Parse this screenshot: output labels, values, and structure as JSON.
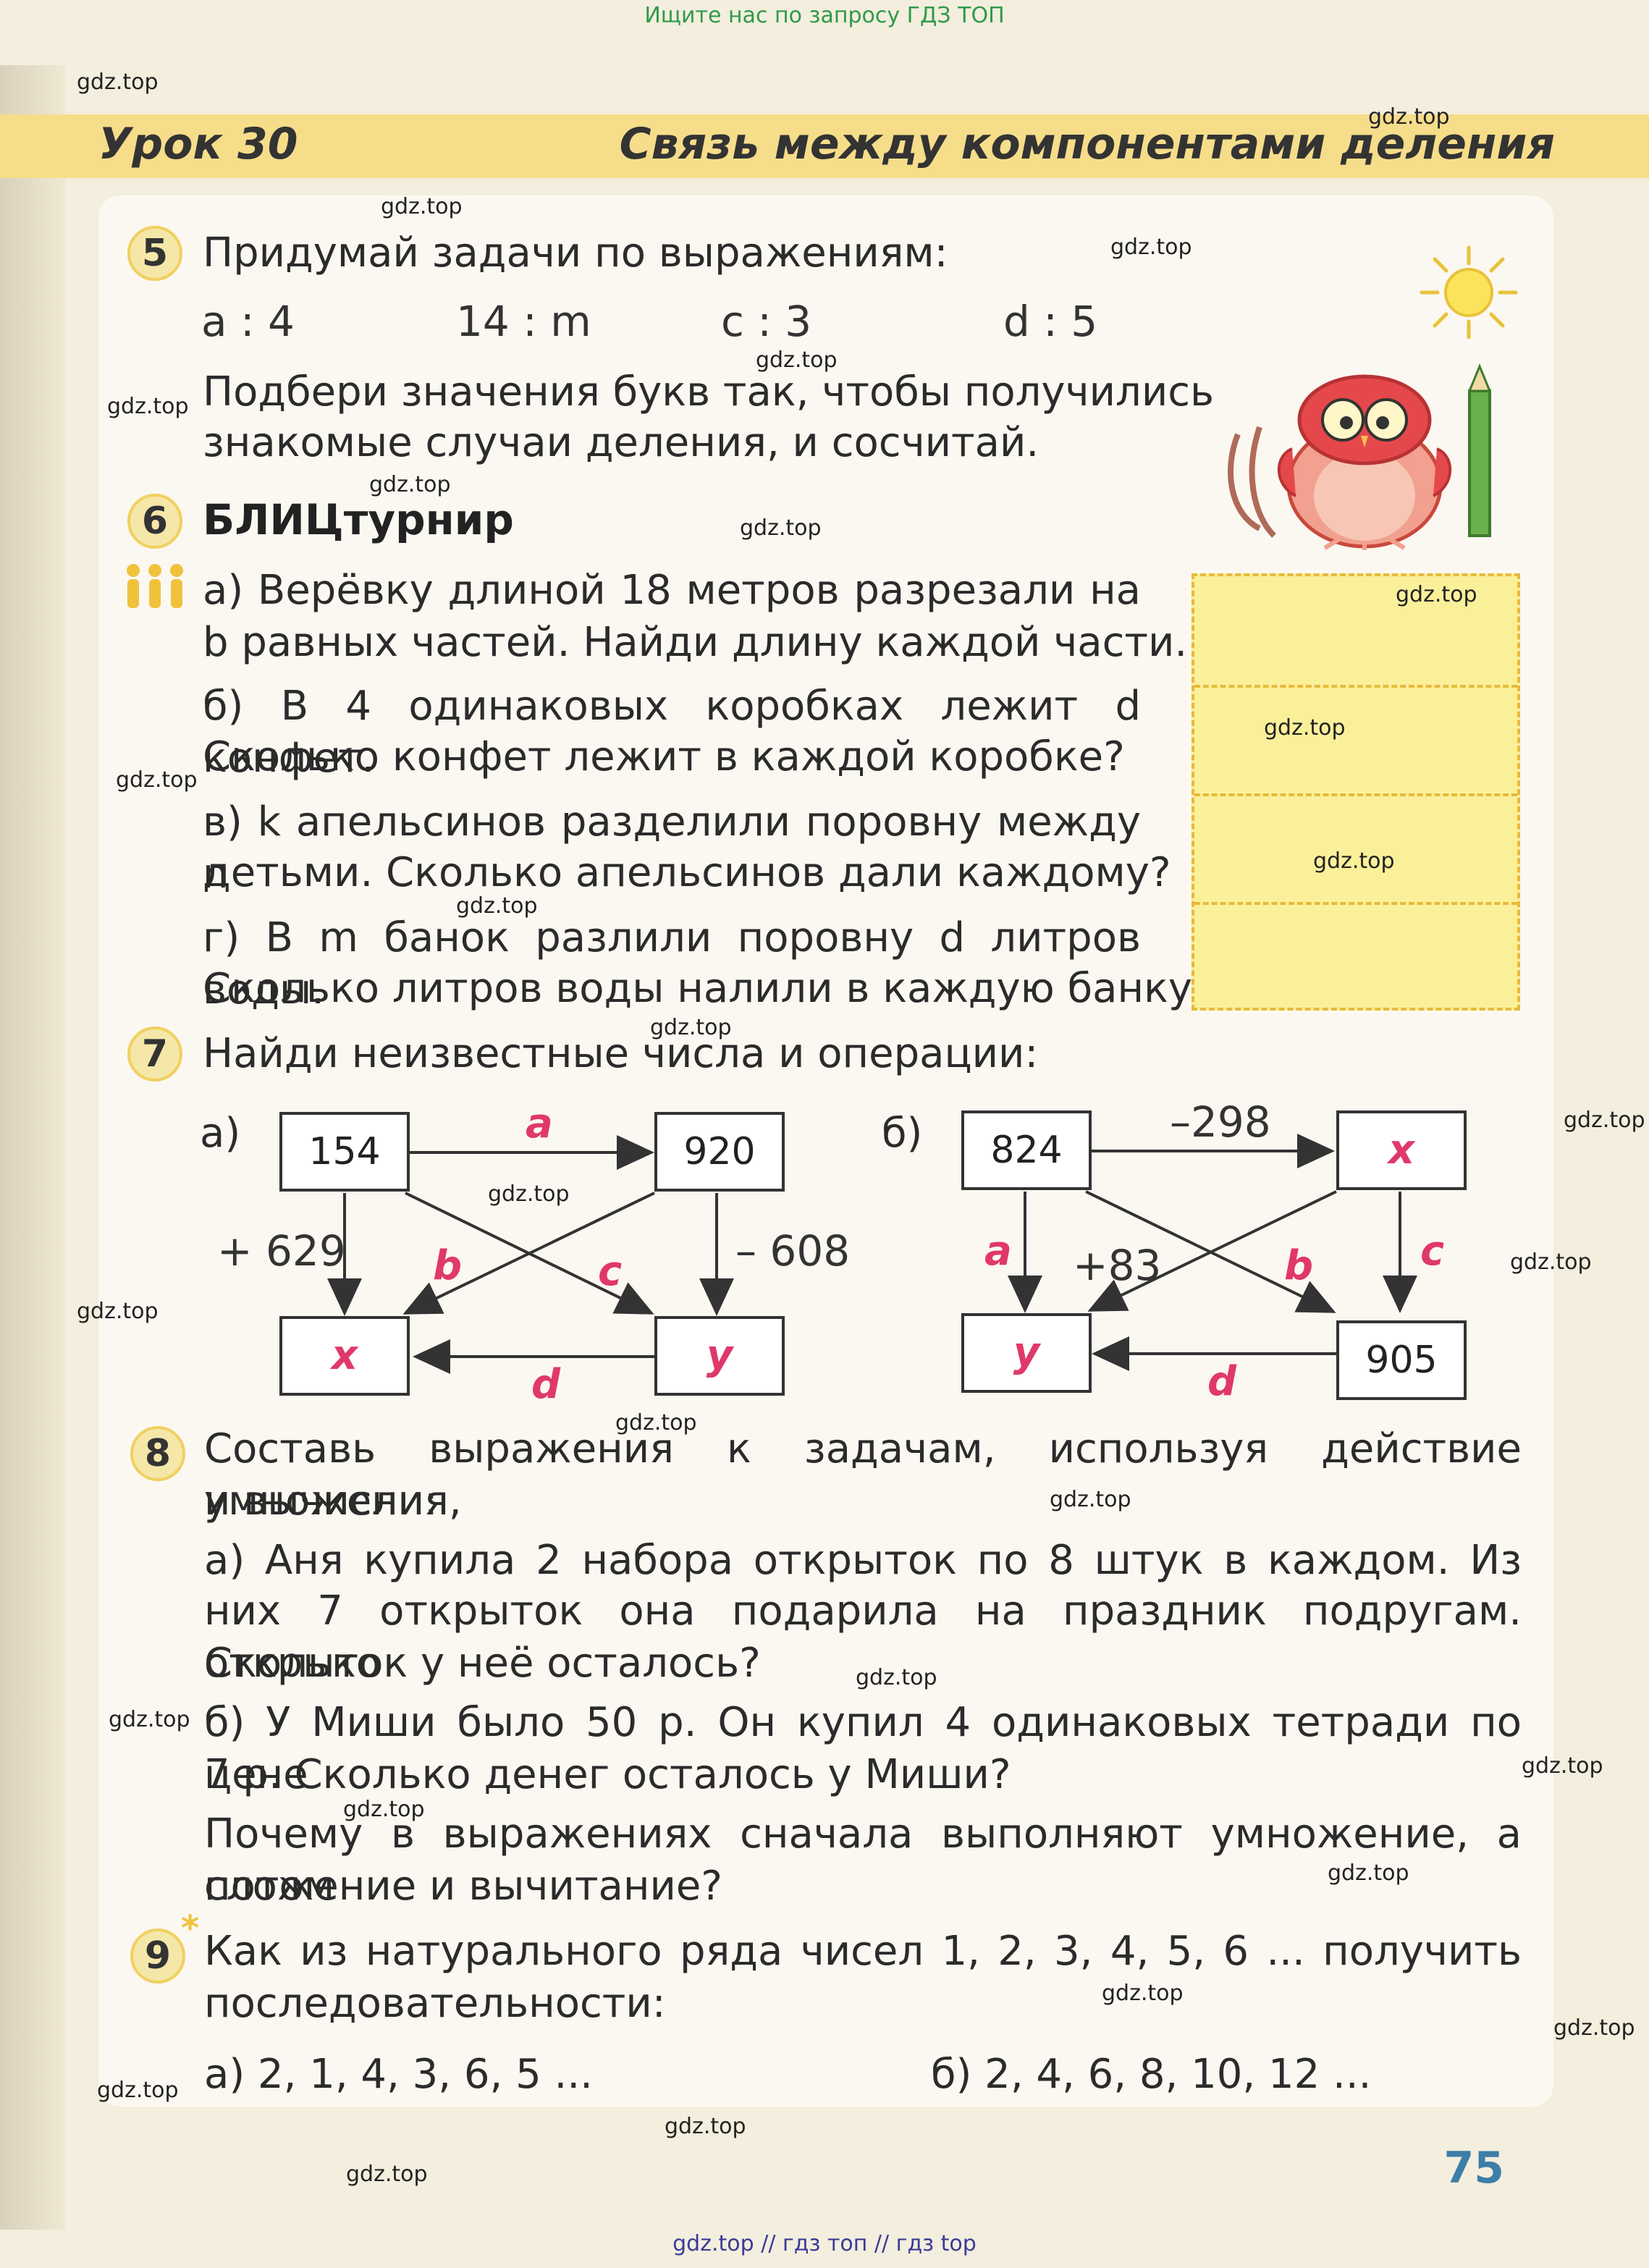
{
  "banners": {
    "top": "Ищите нас по запросу ГДЗ ТОП",
    "bottom": "gdz.top // гдз топ // гдз top"
  },
  "watermark": "gdz.top",
  "lesson": {
    "number": "Урок 30",
    "title": "Связь между компонентами деления"
  },
  "task5": {
    "number": "5",
    "text": "Придумай задачи по выражениям:",
    "expressions": [
      "a : 4",
      "14 : m",
      "c : 3",
      "d : 5"
    ],
    "line2": "Подбери значения букв так, чтобы получились",
    "line3": "знакомые случаи деления, и сосчитай."
  },
  "task6": {
    "number": "6",
    "title": "БЛИЦтурнир",
    "a1": "а) Верёвку длиной 18 метров разрезали на",
    "a2": "b равных частей. Найди длину каждой части.",
    "b1": "б) В 4 одинаковых коробках лежит d конфет.",
    "b2": "Сколько конфет лежит в каждой коробке?",
    "c1": "в) k апельсинов разделили поровну между n",
    "c2": "детьми. Сколько апельсинов дали каждому?",
    "d1": "г) В m банок разлили поровну d литров воды.",
    "d2": "Сколько литров воды налили в каждую банку?"
  },
  "task7": {
    "number": "7",
    "text": "Найди неизвестные числа и операции:",
    "a": {
      "label": "а)",
      "top_left": "154",
      "top_right": "920",
      "bottom_left": "x",
      "bottom_right": "y",
      "op_top": "a",
      "op_left": "+ 629",
      "op_right": "– 608",
      "cross_b": "b",
      "cross_c": "c",
      "op_bottom": "d"
    },
    "b": {
      "label": "б)",
      "top_left": "824",
      "top_right": "x",
      "bottom_left": "y",
      "bottom_right": "905",
      "op_top": "–298",
      "op_left": "a",
      "op_right": "c",
      "cross_plus": "+83",
      "cross_b": "b",
      "op_bottom": "d"
    }
  },
  "task8": {
    "number": "8",
    "l1": "Составь выражения к задачам, используя действие умножения,",
    "l2": "и вычисли:",
    "a1": "а) Аня купила 2 набора открыток по 8 штук в каждом. Из",
    "a2": "них 7 открыток она подарила на праздник подругам. Сколько",
    "a3": "открыток у неё осталось?",
    "b1": "б) У Миши было 50 р. Он купил 4 одинаковых тетради по цене",
    "b2": "7 р. Сколько денег осталось у Миши?",
    "q1": "Почему в выражениях сначала выполняют умножение, а потом",
    "q2": "сложение и вычитание?"
  },
  "task9": {
    "number": "9",
    "star": "*",
    "l1": "Как из натурального ряда чисел 1, 2, 3, 4, 5, 6 ... получить",
    "l2": "последовательности:",
    "a": "а) 2, 1, 4, 3, 6, 5 ...",
    "b": "б) 2, 4, 6, 8, 10, 12 ..."
  },
  "page_number": "75",
  "icons": [
    "sun-icon",
    "owl-illustration",
    "team-icon",
    "pencil-icon"
  ]
}
